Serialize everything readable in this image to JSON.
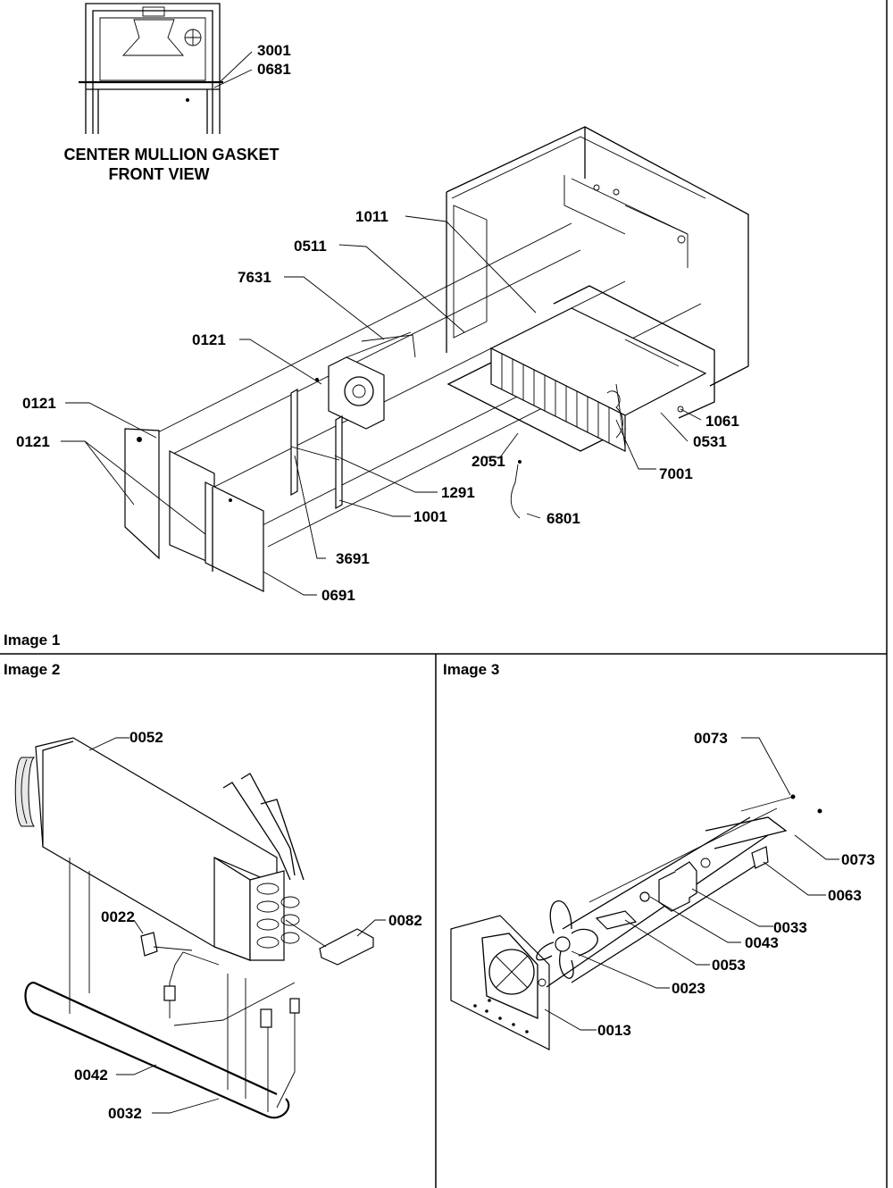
{
  "sections": {
    "image1": "Image 1",
    "image2": "Image 2",
    "image3": "Image 3"
  },
  "inset_caption": {
    "line1": "CENTER MULLION GASKET",
    "line2": "FRONT VIEW"
  },
  "image1_parts": [
    "3001",
    "0681",
    "1011",
    "0511",
    "7631",
    "0121",
    "0121",
    "0121",
    "1061",
    "0531",
    "2051",
    "7001",
    "1291",
    "1001",
    "6801",
    "3691",
    "0691"
  ],
  "image2_parts": [
    "0052",
    "0022",
    "0082",
    "0042",
    "0032"
  ],
  "image3_parts": [
    "0073",
    "0073",
    "0063",
    "0033",
    "0043",
    "0053",
    "0023",
    "0013"
  ]
}
